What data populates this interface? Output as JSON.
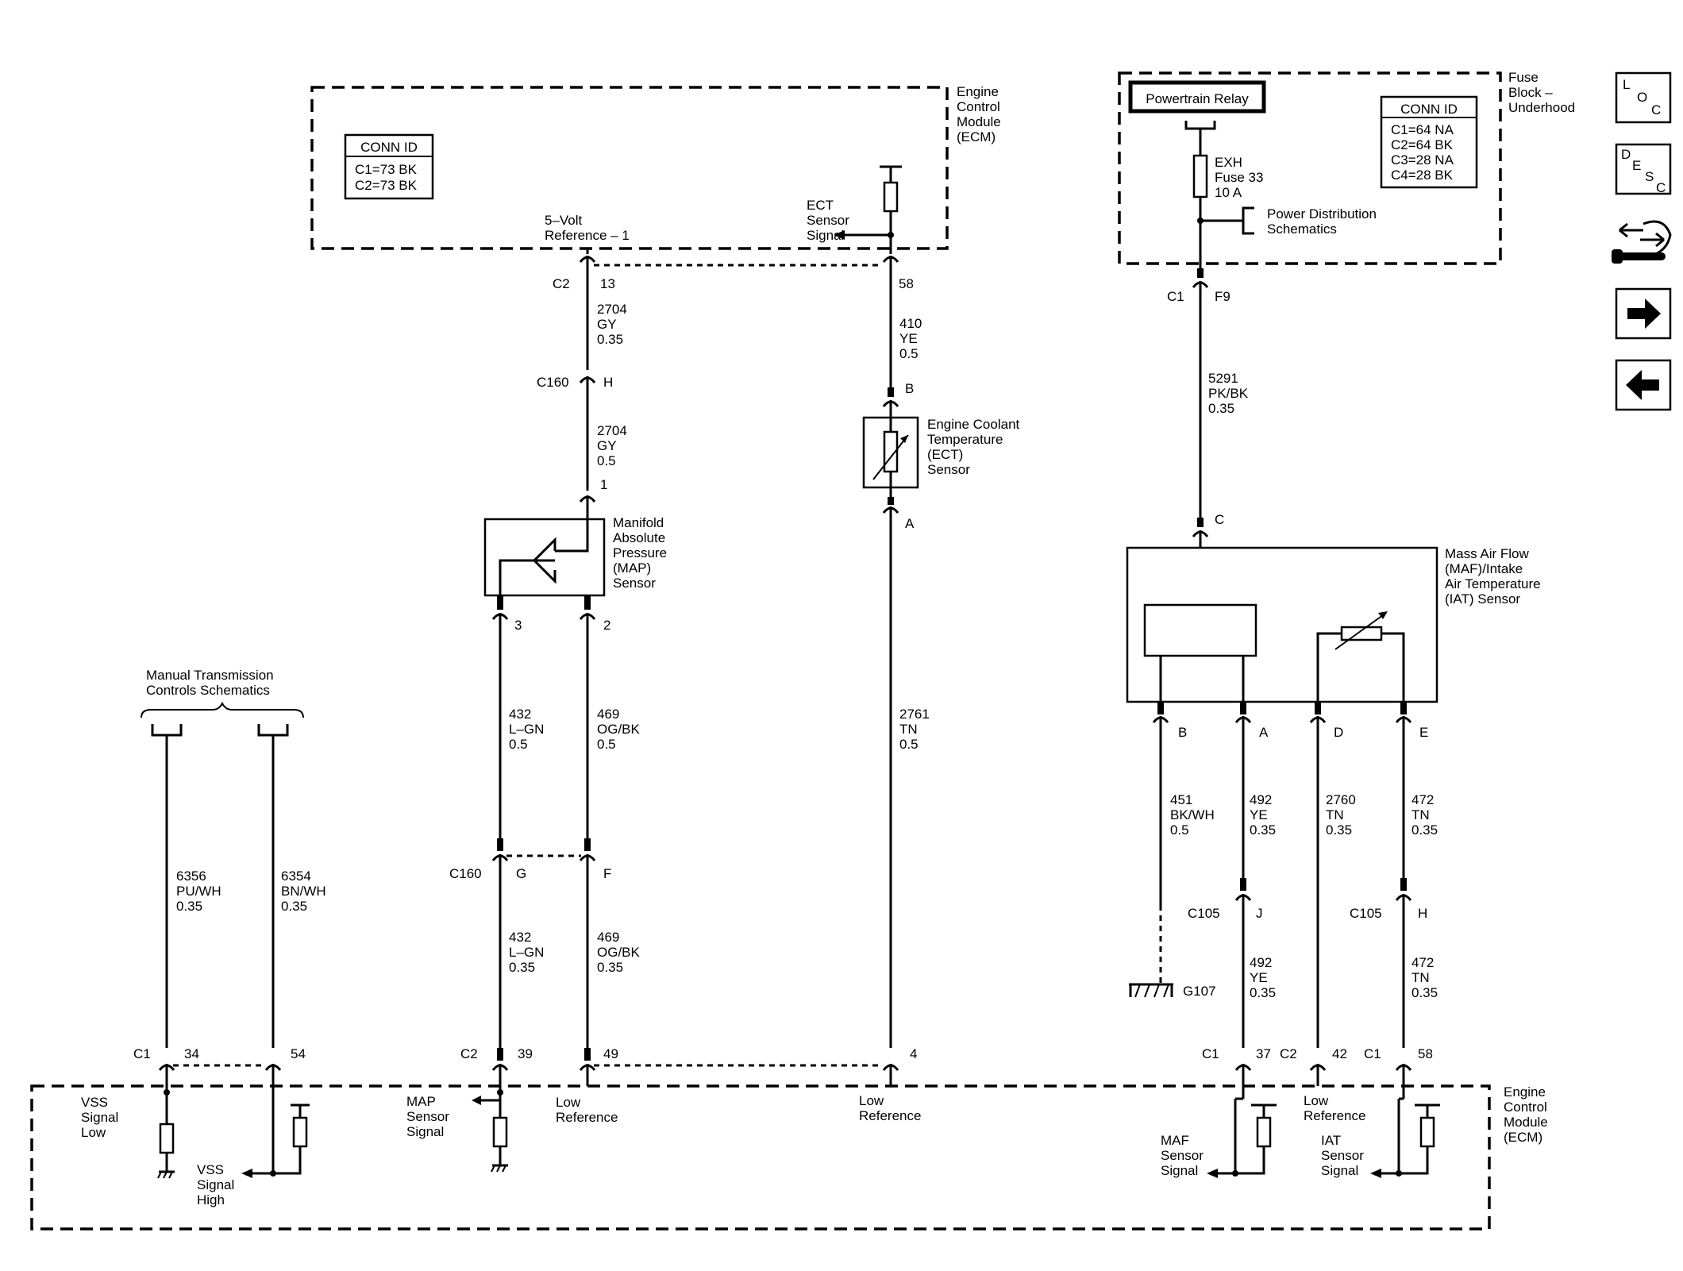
{
  "ecm_top": {
    "name": [
      "Engine",
      "Control",
      "Module",
      "(ECM)"
    ]
  },
  "ecm_bottom": {
    "name": [
      "Engine",
      "Control",
      "Module",
      "(ECM)"
    ]
  },
  "fuse_block": {
    "name": [
      "Fuse",
      "Block –",
      "Underhood"
    ]
  },
  "ecm_conn_id": {
    "title": "CONN ID",
    "rows": [
      "C1=73 BK",
      "C2=73 BK"
    ]
  },
  "fuse_conn_id": {
    "title": "CONN ID",
    "rows": [
      "C1=64 NA",
      "C2=64 BK",
      "C3=28 NA",
      "C4=28 BK"
    ]
  },
  "powertrain_relay": "Powertrain Relay",
  "fuse": [
    "EXH",
    "Fuse 33",
    "10 A"
  ],
  "power_distribution": [
    "Power Distribution",
    "Schematics"
  ],
  "manual_transmission": [
    "Manual Transmission",
    "Controls Schematics"
  ],
  "sensors": {
    "map": [
      "Manifold",
      "Absolute",
      "Pressure",
      "(MAP)",
      "Sensor"
    ],
    "ect": [
      "Engine Coolant",
      "Temperature",
      "(ECT)",
      "Sensor"
    ],
    "maf": [
      "Mass Air Flow",
      "(MAF)/Intake",
      "Air Temperature",
      "(IAT) Sensor"
    ]
  },
  "signals": {
    "five_volt": [
      "5–Volt",
      "Reference – 1"
    ],
    "ect_signal": [
      "ECT",
      "Sensor",
      "Signal"
    ],
    "vss_low": [
      "VSS",
      "Signal",
      "Low"
    ],
    "vss_high": [
      "VSS",
      "Signal",
      "High"
    ],
    "map_signal": [
      "MAP",
      "Sensor",
      "Signal"
    ],
    "low_ref_1": [
      "Low",
      "Reference"
    ],
    "low_ref_2": [
      "Low",
      "Reference"
    ],
    "low_ref_3": [
      "Low",
      "Reference"
    ],
    "maf_signal": [
      "MAF",
      "Sensor",
      "Signal"
    ],
    "iat_signal": [
      "IAT",
      "Sensor",
      "Signal"
    ]
  },
  "ground": "G107",
  "wires": {
    "w2704a": [
      "2704",
      "GY",
      "0.35"
    ],
    "w2704b": [
      "2704",
      "GY",
      "0.5"
    ],
    "w410": [
      "410",
      "YE",
      "0.5"
    ],
    "w2761": [
      "2761",
      "TN",
      "0.5"
    ],
    "w432a": [
      "432",
      "L–GN",
      "0.5"
    ],
    "w469a": [
      "469",
      "OG/BK",
      "0.5"
    ],
    "w432b": [
      "432",
      "L–GN",
      "0.35"
    ],
    "w469b": [
      "469",
      "OG/BK",
      "0.35"
    ],
    "w6356": [
      "6356",
      "PU/WH",
      "0.35"
    ],
    "w6354": [
      "6354",
      "BN/WH",
      "0.35"
    ],
    "w5291": [
      "5291",
      "PK/BK",
      "0.35"
    ],
    "w451": [
      "451",
      "BK/WH",
      "0.5"
    ],
    "w492a": [
      "492",
      "YE",
      "0.35"
    ],
    "w2760": [
      "2760",
      "TN",
      "0.35"
    ],
    "w472a": [
      "472",
      "TN",
      "0.35"
    ],
    "w492b": [
      "492",
      "YE",
      "0.35"
    ],
    "w472b": [
      "472",
      "TN",
      "0.35"
    ]
  },
  "connectors": {
    "c2_13": [
      "C2",
      "13"
    ],
    "p58": "58",
    "c160_h": [
      "C160",
      "H"
    ],
    "p1": "1",
    "pB": "B",
    "pA": "A",
    "p3": "3",
    "p2": "2",
    "c160_g": [
      "C160",
      "G"
    ],
    "pF": "F",
    "c1_34": [
      "C1",
      "34"
    ],
    "p54": "54",
    "c2_39": [
      "C2",
      "39"
    ],
    "p49": "49",
    "p4": "4",
    "c1_f9": [
      "C1",
      "F9"
    ],
    "pC": "C",
    "maf_pins": [
      "B",
      "A",
      "D",
      "E"
    ],
    "c105_j": [
      "C105",
      "J"
    ],
    "c105_h": [
      "C105",
      "H"
    ],
    "c1_37": [
      "C1",
      "37"
    ],
    "c2_42": [
      "C2",
      "42"
    ],
    "c1_58": [
      "C1",
      "58"
    ]
  },
  "nav_buttons": {
    "loc": [
      "L",
      "O",
      "C"
    ],
    "desc": [
      "D",
      "E",
      "S",
      "C"
    ]
  }
}
